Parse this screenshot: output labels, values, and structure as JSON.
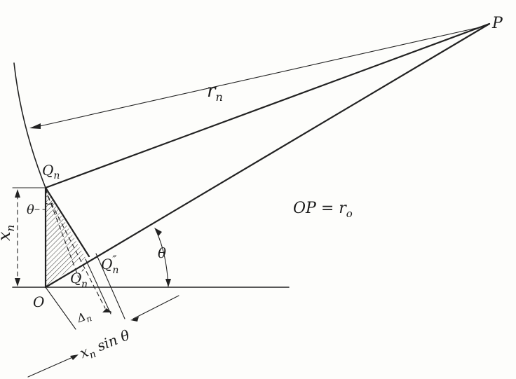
{
  "labels": {
    "P": "P",
    "r_n": "r",
    "r_n_sub": "n",
    "Q_n": "Q",
    "Q_n_sub": "n",
    "theta_left": "θ",
    "x_n": "x",
    "x_n_sub": "n",
    "Q_n_double_prime": "Q",
    "Q_n_double_prime_sup": "″",
    "Q_n_double_prime_sub": "n",
    "Q_n_prime": "Q",
    "Q_n_prime_sup": "′",
    "Q_n_prime_sub": "n",
    "theta_right": "θ",
    "O": "O",
    "delta_n": "Δ",
    "delta_n_sub": "n",
    "x_n_sin_theta": "x",
    "x_n_sin_theta_sub": "n",
    "x_n_sin_theta_rest": " sin θ",
    "OP_equation": "OP = r",
    "OP_equation_sub": "o"
  }
}
